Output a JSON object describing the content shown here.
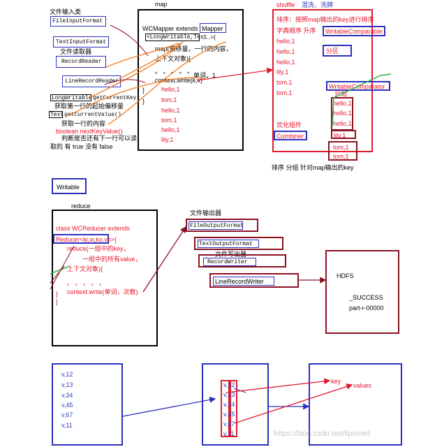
{
  "input_panel": {
    "label_input_class": "文件输入类",
    "file_input_format": "FileInputFormat",
    "text_input_format": "TextInputFormat",
    "label_reader": "文件读取器",
    "record_reader": "RecordReader",
    "line_record_reader": "LineRecordReader",
    "get_current_key_type": "LongWritable",
    "get_current_key_method": "getCurrentKey",
    "get_key_desc": "获取第一行的起始偏移量",
    "get_current_value_type": "Text",
    "get_current_value_method": "getCurrentValue()",
    "get_value_desc": "获取一行的内容",
    "next_key_value": "boolean nextKeyValue()",
    "next_desc_line1": "判断是否还有下一行可以读",
    "next_desc_line2": "取的  有 true  没有  false"
  },
  "map_panel": {
    "title": "map",
    "class_decl": "WCMapper extends",
    "mapper_label": "Mapper",
    "generics": "<LongWritable,Text",
    "generics_tail": "......>{",
    "map_sig": "map(偏移量，一行的内容，",
    "context_obj": "上下文对象){",
    "dots": "。 。 。 。 。",
    "word_count": "单词，1",
    "context_write": "context.write(k,v)",
    "close1": "}",
    "close2": "}",
    "outputs": [
      "hello,1",
      "tom,1",
      "hello,1",
      "tom,1",
      "hello,1",
      "lily,1"
    ]
  },
  "shuffle_panel": {
    "title": "shuffle",
    "subtitle": "混洗、洗牌",
    "sort_desc": "排序：按照map输出的key进行排序",
    "dict_order": "字典顺序 升序",
    "writable_comparable": "WritableComparable",
    "sorted": [
      "hello,1",
      "hello,1",
      "hello,1",
      "lily,1",
      "tom,1",
      "tom,1"
    ],
    "partition": "分区",
    "writable_comparator": "WritableComparator",
    "grouping": "分组",
    "group_items": [
      "hello,1",
      "hello,1",
      "hello,1"
    ],
    "optimization": "优化组件",
    "combiner": "Combiner",
    "lily_item": "lily,1",
    "tom_items": [
      "tom,1",
      "tom,1"
    ],
    "footer": "排序  分组  针对map输出的key"
  },
  "writable_label": "Writable",
  "reduce_panel": {
    "title": "reduce",
    "class_decl": "class WCReducer extends",
    "generics": "Reducer<ki,vi,ko,vo>{",
    "reduce_sig": "reduce(一组中的key，",
    "all_values": "一组中的所有value，",
    "context_obj": "上下文对象){",
    "dots": "。 。 。 。 。",
    "context_write": "context.write(单词，次数)",
    "close1": "}",
    "close2": "}"
  },
  "output_panel": {
    "label_output": "文件输出器",
    "file_output_format": "FileOutputFormat",
    "text_output_format": "TextOutputFormat",
    "label_writer": "文件写出器",
    "record_writer": "RecordWriter",
    "line_record_writer": "LineRecordWriter"
  },
  "hdfs_panel": {
    "title": "HDFS",
    "success": "_SUCCESS",
    "part": "part-r-00000"
  },
  "bottom_panel": {
    "values_list": [
      "v,12",
      "v,13",
      "v,34",
      "v,45",
      "v,67",
      "v,11"
    ],
    "middle_items": [
      "v,12",
      "v,13",
      "v,34",
      "v,45",
      "v,67",
      "v,11"
    ],
    "key_label": "key",
    "values_label": "values",
    "watermark": "https://blog.csdn.net/lipviolet"
  },
  "colors": {
    "red": "#e8132a",
    "blue": "#2b2fbe",
    "dark_red": "#8b1020",
    "orange": "#f07a1a",
    "green": "#2bb24a"
  }
}
